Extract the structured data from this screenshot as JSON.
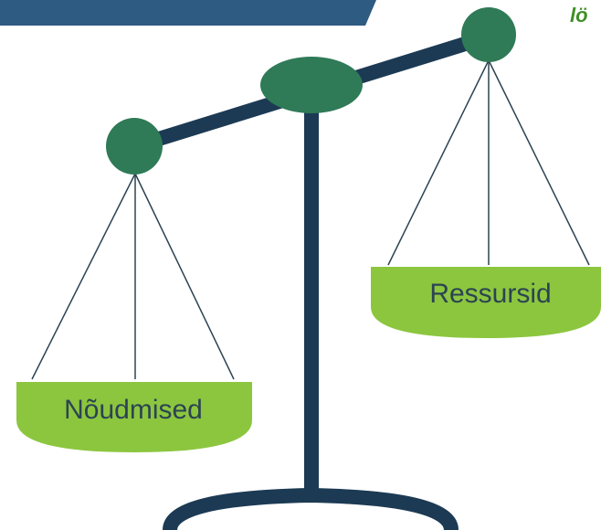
{
  "header": {
    "corner_text": "lö"
  },
  "scale": {
    "left_pan_label": "Nõudmised",
    "right_pan_label": "Ressursid"
  },
  "colors": {
    "banner": "#2e5b82",
    "beam": "#1c3a54",
    "pivot": "#2f7a57",
    "pan": "#8cc63f",
    "label_text": "#2c4352"
  }
}
